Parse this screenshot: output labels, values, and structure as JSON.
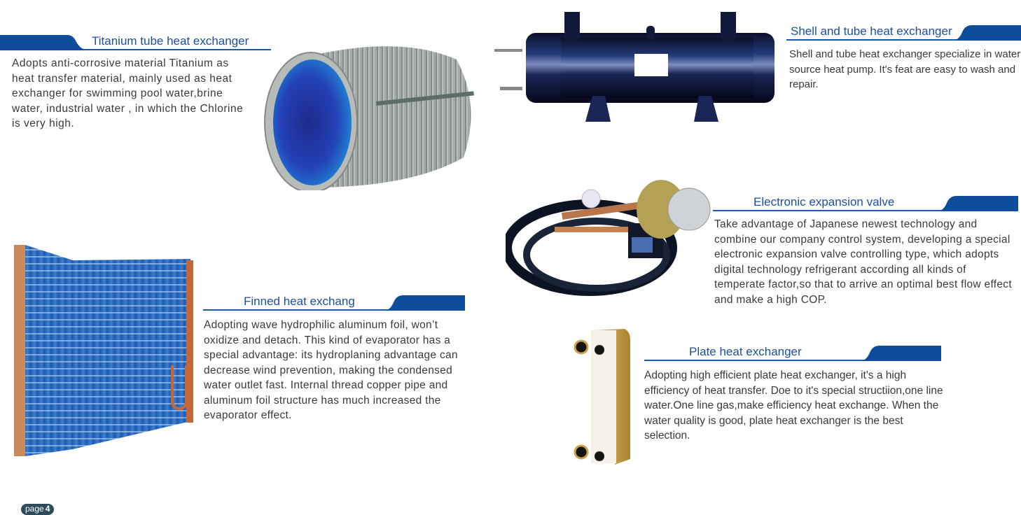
{
  "sections": {
    "titanium": {
      "title": "Titanium tube heat exchanger",
      "text": "Adopts anti-corrosive material Titanium as heat transfer material, mainly used as heat exchanger for swimming pool water,brine water, industrial water , in which the Chlorine is very high."
    },
    "shell": {
      "title": "Shell and tube heat exchanger",
      "text": "Shell and tube heat exchanger specialize in water source heat pump. It's feat are easy to wash and repair."
    },
    "valve": {
      "title": "Electronic expansion valve",
      "text": "Take advantage of Japanese newest technology and combine our company control system, developing a special electronic expansion valve controlling type, which adopts digital technology refrigerant according all kinds of temperate factor,so that to arrive an optimal best flow effect and make a high COP."
    },
    "finned": {
      "title": "Finned heat exchang",
      "text": "Adopting wave hydrophilic aluminum foil, won’t oxidize and detach. This kind of evaporator has a special advantage: its hydroplaning advantage can decrease wind prevention, making the condensed water outlet fast. Internal thread copper pipe and aluminum foil structure has much increased the evaporator effect."
    },
    "plate": {
      "title": "Plate heat exchanger",
      "text": "Adopting high efficient plate heat exchanger, it's a high efficiency of heat transfer. Doe to it's special structiion,one line water.One line gas,make efficiency heat exchange. When the water quality is good, plate heat exchanger is the best selection."
    }
  },
  "footer": {
    "page_label": "page",
    "page_number": "4"
  },
  "colors": {
    "brand_blue": "#0d4d9c",
    "heading_text": "#1d4f9a",
    "body_text": "#3a3a3a"
  }
}
